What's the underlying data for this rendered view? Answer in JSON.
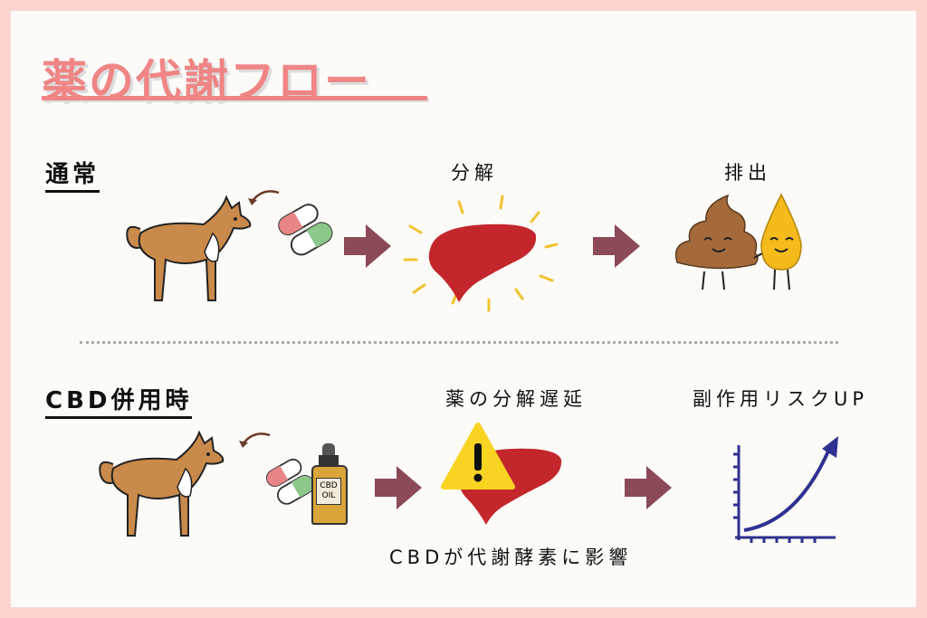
{
  "title": "薬の代謝フロー",
  "normal": {
    "heading": "通常",
    "step2_label": "分解",
    "step3_label": "排出"
  },
  "cbd": {
    "heading": "CBD併用時",
    "step2_label": "薬の分解遅延",
    "step2_caption": "CBDが代謝酵素に影響",
    "step3_label": "副作用リスクUP",
    "bottle_text": "CBD OIL"
  },
  "colors": {
    "title": "#f08585",
    "arrow": "#8b4a56",
    "liver": "#c3262b",
    "ray": "#f3c22f",
    "chart": "#2f3190",
    "warning": "#f9d423"
  }
}
